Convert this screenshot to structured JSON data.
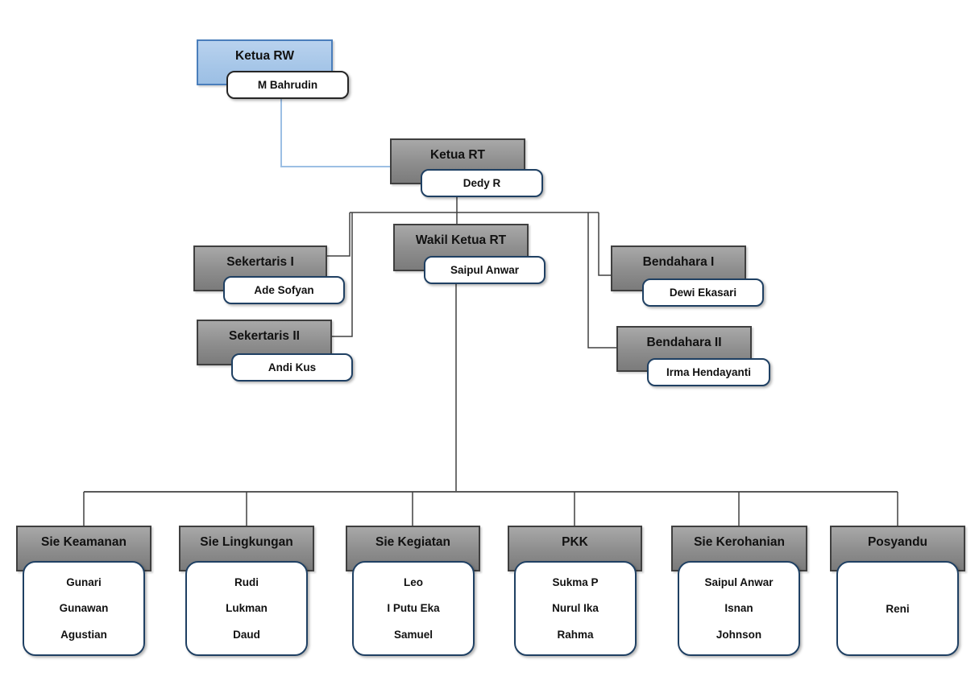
{
  "org": {
    "rw": {
      "role": "Ketua RW",
      "name": "M Bahrudin"
    },
    "rt": {
      "role": "Ketua RT",
      "name": "Dedy R"
    },
    "wakil": {
      "role": "Wakil Ketua RT",
      "name": "Saipul Anwar"
    },
    "sekertaris1": {
      "role": "Sekertaris I",
      "name": "Ade Sofyan"
    },
    "sekertaris2": {
      "role": "Sekertaris II",
      "name": "Andi Kus"
    },
    "bendahara1": {
      "role": "Bendahara I",
      "name": "Dewi Ekasari"
    },
    "bendahara2": {
      "role": "Bendahara II",
      "name": "Irma Hendayanti"
    },
    "committees": [
      {
        "title": "Sie Keamanan",
        "members": [
          "Gunari",
          "Gunawan",
          "Agustian"
        ]
      },
      {
        "title": "Sie Lingkungan",
        "members": [
          "Rudi",
          "Lukman",
          "Daud"
        ]
      },
      {
        "title": "Sie Kegiatan",
        "members": [
          "Leo",
          "I Putu Eka",
          "Samuel"
        ]
      },
      {
        "title": "PKK",
        "members": [
          "Sukma P",
          "Nurul Ika",
          "Rahma"
        ]
      },
      {
        "title": "Sie Kerohanian",
        "members": [
          "Saipul Anwar",
          "Isnan",
          "Johnson"
        ]
      },
      {
        "title": "Posyandu",
        "members": [
          "Reni"
        ]
      }
    ]
  },
  "colors": {
    "rw_header_fill": "#a6c6e8",
    "rw_header_border": "#4a7ebb",
    "gray_header_fill_top": "#a8a8a8",
    "gray_header_fill_bottom": "#7b7b7b",
    "gray_header_border": "#3f3f3f",
    "name_box_border": "#1f4063",
    "rw_name_box_border": "#262626",
    "connector_black": "#404040",
    "connector_gray": "#595959",
    "connector_blue": "#9cbfe4"
  }
}
